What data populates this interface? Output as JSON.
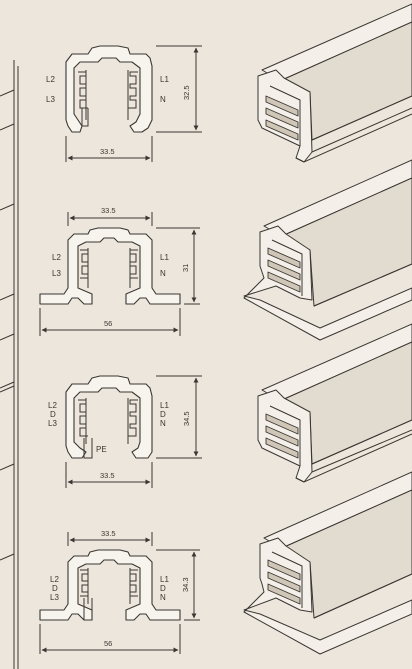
{
  "colors": {
    "background": "#ece6dc",
    "ink": "#3a3632",
    "profile_fill": "#f7f4ee"
  },
  "profiles": [
    {
      "left_labels": [
        "L2",
        "L3"
      ],
      "right_labels": [
        "L1",
        "N"
      ],
      "width": "33.5",
      "height": "32.5",
      "top_width": "",
      "bottom_width": "33.5",
      "pe_label": ""
    },
    {
      "left_labels": [
        "L2",
        "L3"
      ],
      "right_labels": [
        "L1",
        "N"
      ],
      "width": "33.5",
      "height": "31",
      "top_width": "33.5",
      "bottom_width": "56",
      "pe_label": ""
    },
    {
      "left_labels": [
        "L2",
        "D",
        "L3"
      ],
      "right_labels": [
        "L1",
        "D",
        "N"
      ],
      "width": "33.5",
      "height": "34.5",
      "top_width": "",
      "bottom_width": "33.5",
      "pe_label": "PE"
    },
    {
      "left_labels": [
        "L2",
        "D",
        "L3"
      ],
      "right_labels": [
        "L1",
        "D",
        "N"
      ],
      "width": "33.5",
      "height": "34.3",
      "top_width": "33.5",
      "bottom_width": "56",
      "pe_label": ""
    }
  ]
}
